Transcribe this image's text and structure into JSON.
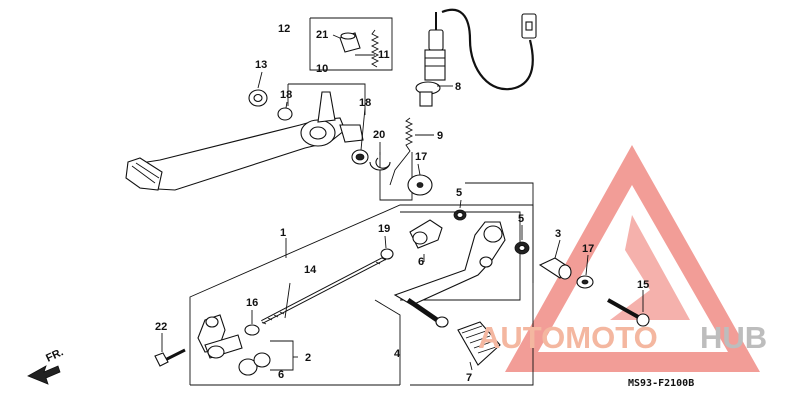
{
  "diagram": {
    "drawing_code": "MS93-F2100B",
    "direction_label": "FR.",
    "callouts": {
      "c1": "1",
      "c2": "2",
      "c3": "3",
      "c4": "4",
      "c5a": "5",
      "c5b": "5",
      "c6a": "6",
      "c6b": "6",
      "c7": "7",
      "c8": "8",
      "c9": "9",
      "c10": "10",
      "c11": "11",
      "c12": "12",
      "c13": "13",
      "c14": "14",
      "c15": "15",
      "c16": "16",
      "c17a": "17",
      "c17b": "17",
      "c18a": "18",
      "c18b": "18",
      "c19": "19",
      "c20": "20",
      "c21": "21",
      "c22": "22"
    }
  },
  "watermark": {
    "word_a": "AUTOMOTO",
    "word_b": "HUB",
    "color_a": "#f4b7a0",
    "color_b": "#bdbdbd",
    "triangle_color": "#f08c86"
  }
}
